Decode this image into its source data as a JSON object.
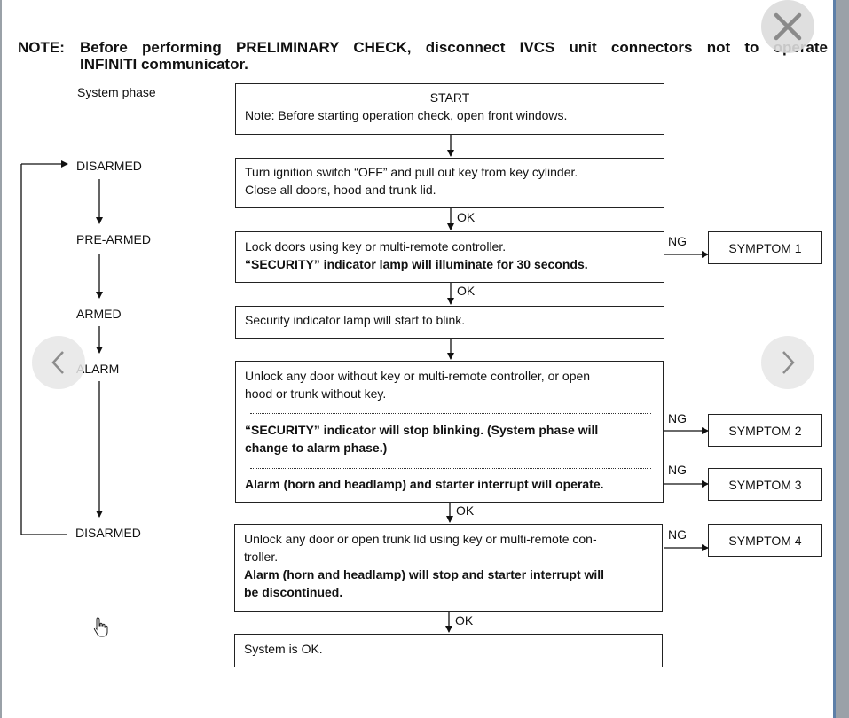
{
  "note": {
    "label": "NOTE:",
    "line1": "Before performing PRELIMINARY CHECK, disconnect IVCS unit connectors not to operate",
    "line2": "INFINITI communicator."
  },
  "phase": {
    "header": "System phase",
    "disarmed_top": "DISARMED",
    "pre_armed": "PRE-ARMED",
    "armed": "ARMED",
    "alarm": "ALARM",
    "disarmed_bottom": "DISARMED"
  },
  "steps": {
    "start_title": "START",
    "start_note": "Note: Before starting operation check, open front windows.",
    "step1_line1": "Turn ignition switch “OFF” and pull out key from key cylinder.",
    "step1_line2": "Close all doors, hood and trunk lid.",
    "step2_line1": "Lock doors using key or multi-remote controller.",
    "step2_line2": "“SECURITY” indicator lamp will illuminate for 30 seconds.",
    "step3_line1": "Security indicator lamp will start to blink.",
    "step4_line1": "Unlock any door without key or multi-remote controller, or open",
    "step4_line2": "hood or trunk without key.",
    "step4_line3": "“SECURITY” indicator will stop blinking. (System phase will",
    "step4_line4": "change to alarm phase.)",
    "step4_line5": "Alarm (horn and headlamp) and starter interrupt will operate.",
    "step5_line1": "Unlock any door or open trunk lid using key or multi-remote con-",
    "step5_line2": "troller.",
    "step5_line3": "Alarm (horn and headlamp) will stop and starter interrupt will",
    "step5_line4": "be discontinued.",
    "step6_line1": "System is OK."
  },
  "labels": {
    "ok": "OK",
    "ng": "NG"
  },
  "symptoms": {
    "s1": "SYMPTOM 1",
    "s2": "SYMPTOM 2",
    "s3": "SYMPTOM 3",
    "s4": "SYMPTOM 4"
  },
  "controls": {
    "close_icon": "close-icon",
    "prev_icon": "chevron-left-icon",
    "next_icon": "chevron-right-icon",
    "cursor_icon": "hand-pointer-icon"
  }
}
